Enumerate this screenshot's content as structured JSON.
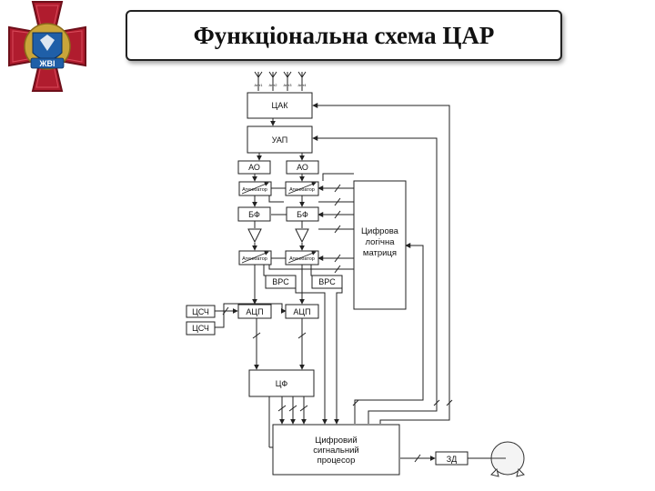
{
  "title": "Функціональна схема ЦАР",
  "emblem": {
    "letters": "ЖВІ"
  },
  "colors": {
    "cross_red": "#b01c2e",
    "cross_dark": "#6e0f1a",
    "gold": "#c9a53a",
    "blue_shield": "#1f5fa8",
    "line": "#222222"
  },
  "diagram": {
    "antenna_labels": [
      "Ант1",
      "Ант2",
      "Ант3",
      "Ант4"
    ],
    "blocks": {
      "cak": "ЦАК",
      "uap": "УАП",
      "ao_left": "АО",
      "ao_right": "АО",
      "att1_left": "Атенюатор",
      "att1_right": "Атенюатор",
      "bf_left": "БФ",
      "bf_right": "БФ",
      "att2_left": "Атенюатор",
      "att2_right": "Атенюатор",
      "vrs_left": "ВРС",
      "vrs_right": "ВРС",
      "tssch_top": "ЦСЧ",
      "tssch_bottom": "ЦСЧ",
      "adc_left": "АЦП",
      "adc_right": "АЦП",
      "cf": "ЦФ",
      "zd": "ЗД"
    },
    "matrix_lines": [
      "Цифрова",
      "логічна",
      "матриця"
    ],
    "dsp_lines": [
      "Цифровий",
      "сигнальний",
      "процесор"
    ]
  }
}
